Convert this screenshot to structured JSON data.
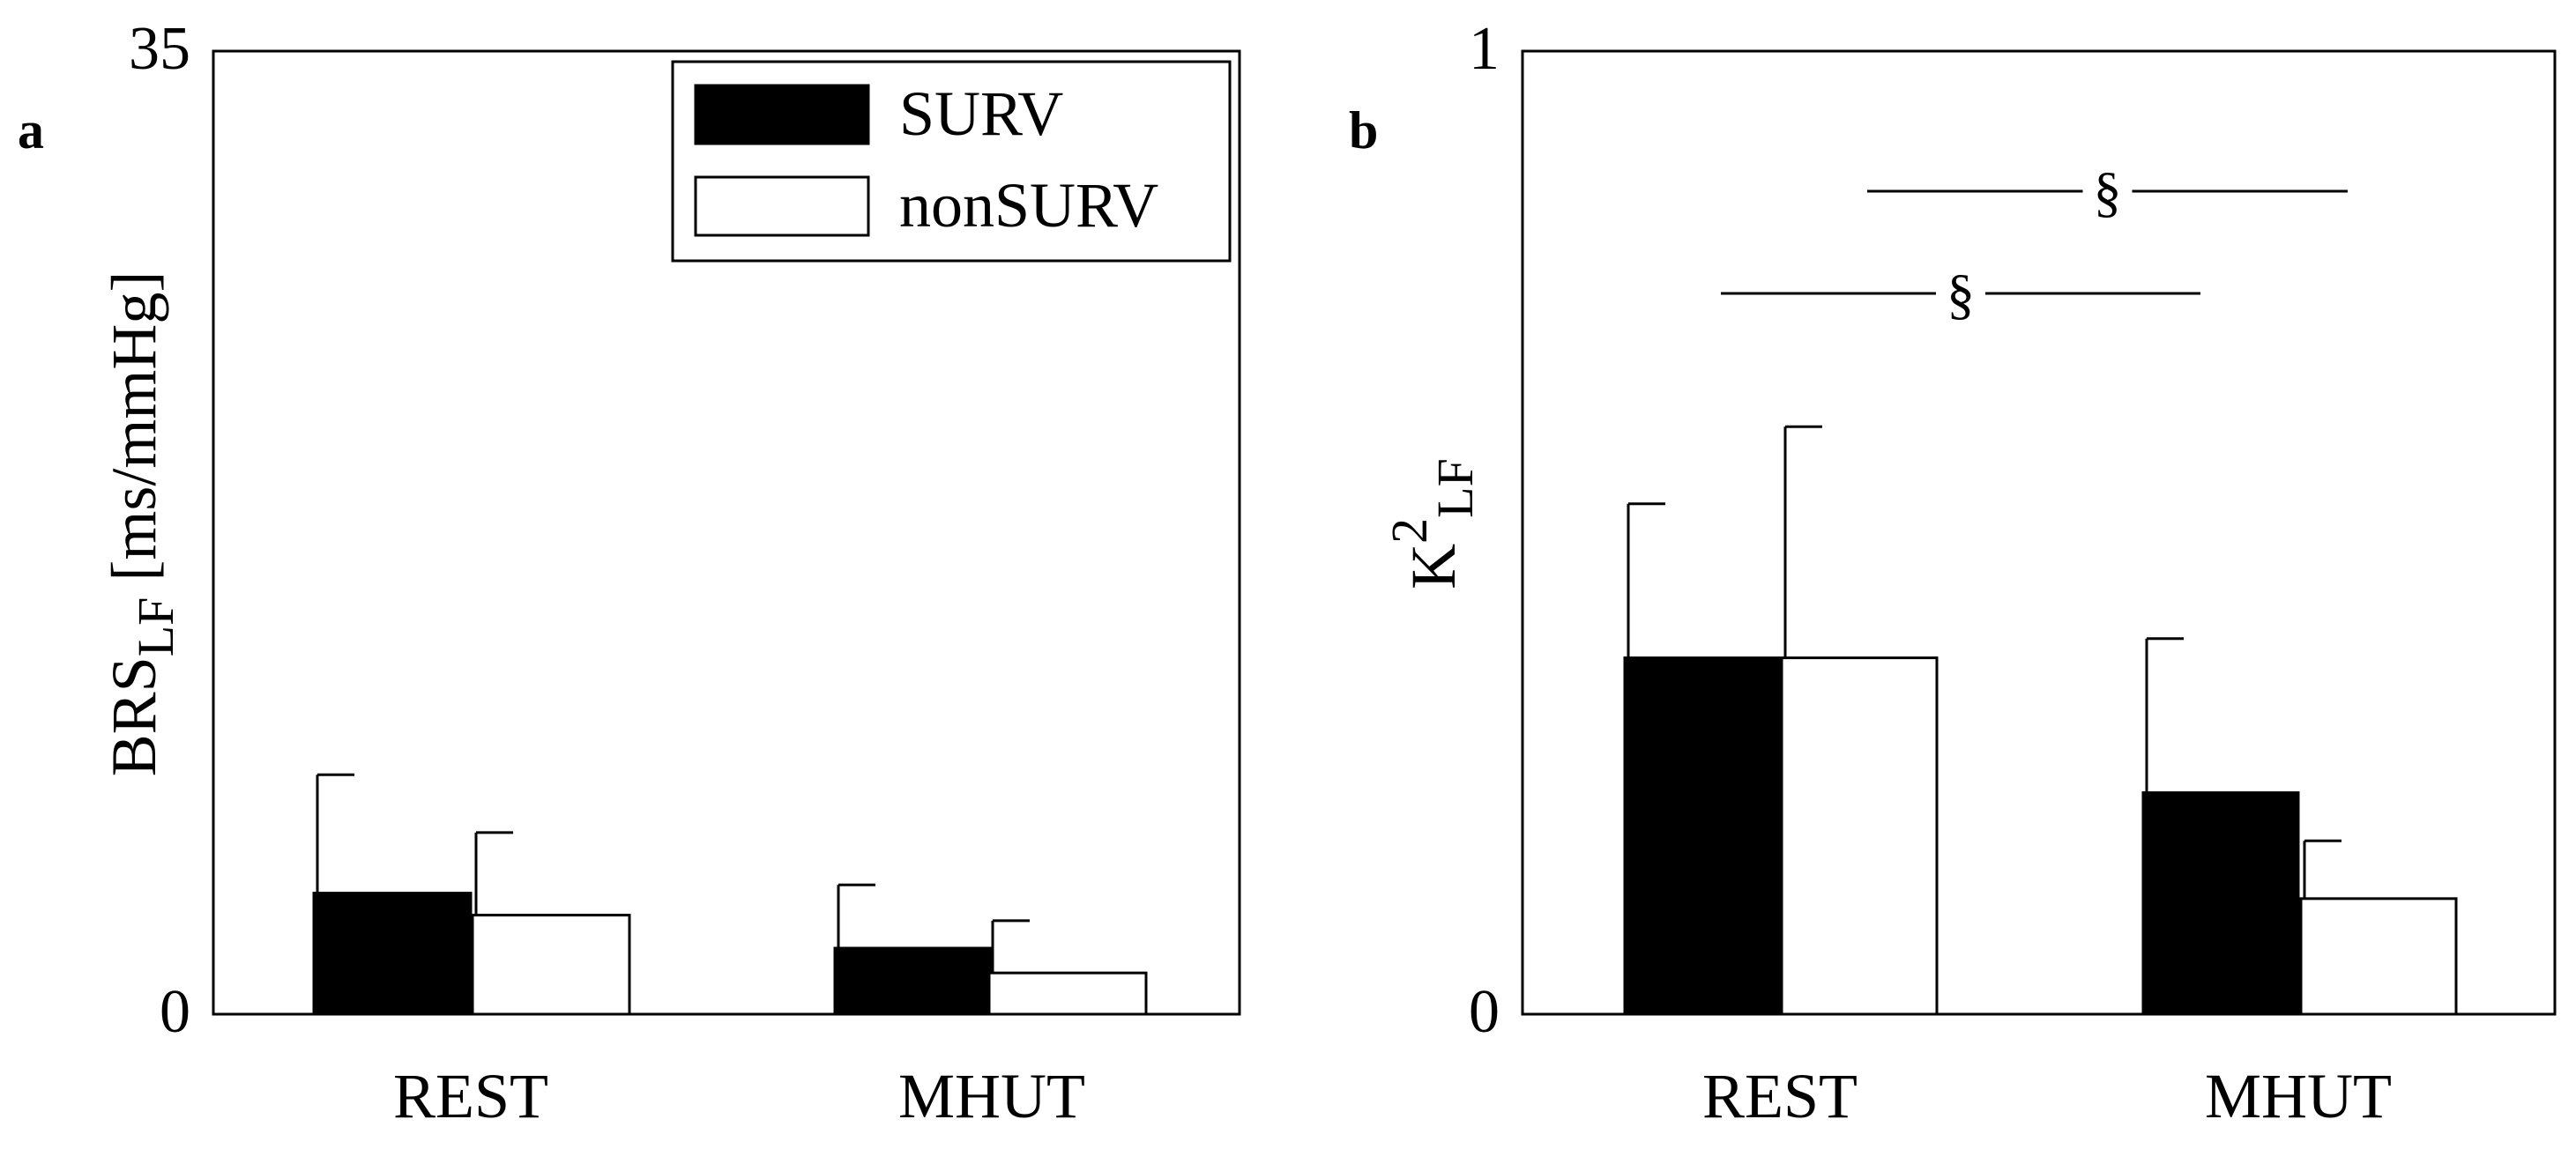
{
  "chart_data": [
    {
      "panel_label": "a",
      "type": "bar",
      "categories": [
        "REST",
        "MHUT"
      ],
      "ylim": [
        0,
        35
      ],
      "yticks": [
        "0",
        "35"
      ],
      "ylabel_main": "BRS",
      "ylabel_sub": "LF",
      "ylabel_unit": " [ms/mmHg]",
      "xlabel": "",
      "legend": {
        "position": "top-right",
        "entries": [
          "SURV",
          "nonSURV"
        ]
      },
      "grid": false,
      "series": [
        {
          "name": "SURV",
          "fill": "#000000",
          "values": [
            4.4,
            2.4
          ],
          "error": [
            4.3,
            2.3
          ]
        },
        {
          "name": "nonSURV",
          "fill": "#ffffff",
          "values": [
            3.6,
            1.5
          ],
          "error": [
            3.0,
            1.9
          ]
        }
      ],
      "significance": []
    },
    {
      "panel_label": "b",
      "type": "bar",
      "categories": [
        "REST",
        "MHUT"
      ],
      "ylim": [
        0,
        1
      ],
      "yticks": [
        "0",
        "1"
      ],
      "ylabel_main": "K",
      "ylabel_sup": "2",
      "ylabel_sub": "LF",
      "xlabel": "",
      "grid": false,
      "series": [
        {
          "name": "SURV",
          "fill": "#000000",
          "values": [
            0.37,
            0.23
          ],
          "error": [
            0.16,
            0.16
          ]
        },
        {
          "name": "nonSURV",
          "fill": "#ffffff",
          "values": [
            0.37,
            0.12
          ],
          "error": [
            0.24,
            0.06
          ]
        }
      ],
      "significance": [
        {
          "symbol": "§",
          "from": "REST SURV",
          "to": "MHUT SURV"
        },
        {
          "symbol": "§",
          "from": "REST nonSURV",
          "to": "MHUT nonSURV"
        }
      ]
    }
  ]
}
